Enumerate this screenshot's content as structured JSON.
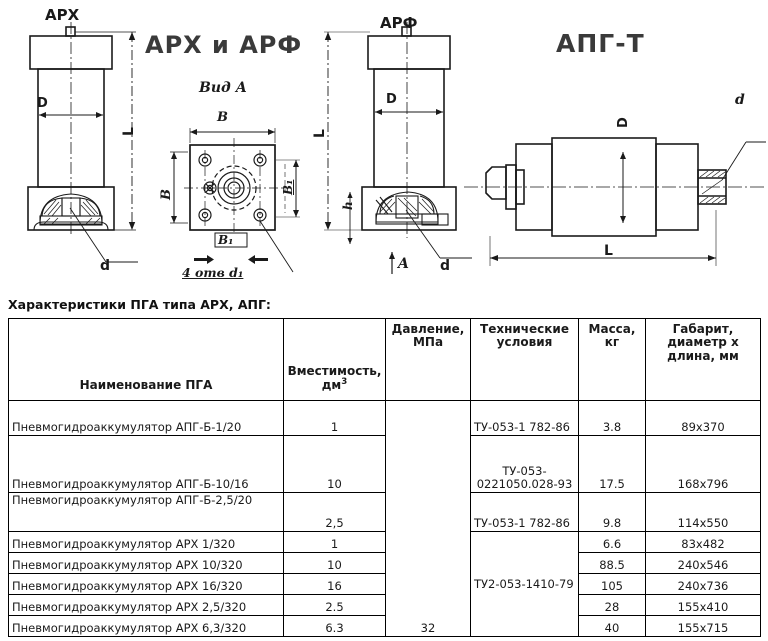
{
  "drawings": {
    "titles": {
      "arh_arf": "АРХ и АРФ",
      "apg_t": "АПГ-Т"
    },
    "labels": {
      "arh_name": "АРХ",
      "arh_diameter": "D",
      "arh_length": "L",
      "arh_drain": "d",
      "view_a_caption": "Вид А",
      "view_a_width_top": "B",
      "view_a_width_side": "B",
      "view_a_b1_right": "B₁",
      "view_a_b1_bottom": "B₁",
      "view_a_holes": "4 отв d₁",
      "arf_name": "АРФ",
      "arf_diameter": "D",
      "arf_length": "L",
      "arf_height": "h",
      "arf_section": "A",
      "arf_drain": "d",
      "apg_diameter": "D",
      "apg_length": "L",
      "apg_port": "d"
    }
  },
  "caption": "Характеристики ПГА типа АРХ, АПГ:",
  "table": {
    "headers": {
      "name": "Наименование ПГА",
      "capacity_line1": "Вместимость,",
      "capacity_line2": "дм",
      "capacity_sup": "3",
      "pressure_line1": "Давление,",
      "pressure_line2": "МПа",
      "tech_line1": "Технические",
      "tech_line2": "условия",
      "mass_line1": "Масса,",
      "mass_line2": "кг",
      "dims_line1": "Габарит,",
      "dims_line2": "диаметр х",
      "dims_line3": "длина, мм"
    },
    "pressure_all": "32",
    "tech_groups": {
      "tu_053_1_782_86": "ТУ-053-1 782-86",
      "tu_053_0221050": "ТУ-053-0221050.028-93",
      "tu2_053_1410_79": "ТУ2-053-1410-79"
    },
    "rows": [
      {
        "name": "Пневмогидроаккумулятор АПГ-Б-1/20",
        "capacity": "1",
        "mass": "3.8",
        "dims": "89х370"
      },
      {
        "name": "Пневмогидроаккумулятор АПГ-Б-10/16",
        "capacity": "10",
        "mass": "17.5",
        "dims": "168х796"
      },
      {
        "name": "Пневмогидроаккумулятор АПГ-Б-2,5/20",
        "capacity": "2,5",
        "mass": "9.8",
        "dims": "114х550"
      },
      {
        "name": "Пневмогидроаккумулятор АРХ 1/320",
        "capacity": "1",
        "mass": "6.6",
        "dims": "83х482"
      },
      {
        "name": "Пневмогидроаккумулятор АРХ 10/320",
        "capacity": "10",
        "mass": "88.5",
        "dims": "240х546"
      },
      {
        "name": "Пневмогидроаккумулятор АРХ 16/320",
        "capacity": "16",
        "mass": "105",
        "dims": "240х736"
      },
      {
        "name": "Пневмогидроаккумулятор АРХ 2,5/320",
        "capacity": "2.5",
        "mass": "28",
        "dims": "155х410"
      },
      {
        "name": "Пневмогидроаккумулятор АРХ 6,3/320",
        "capacity": "6.3",
        "mass": "40",
        "dims": "155х715"
      }
    ]
  },
  "colors": {
    "ink": "#1a1a1a",
    "title_gray": "#3a3a3a",
    "paper": "#ffffff"
  }
}
